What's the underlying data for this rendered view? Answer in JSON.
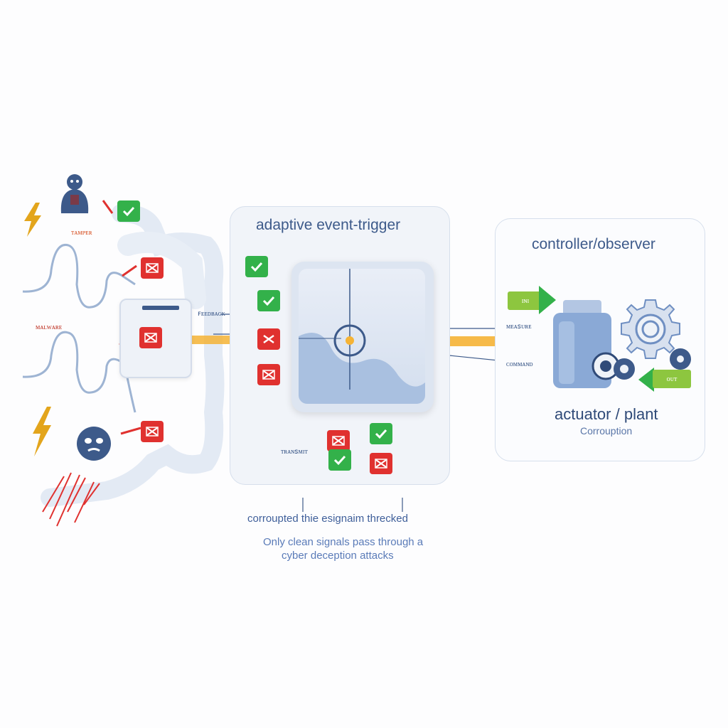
{
  "trigger": {
    "title": "adaptive event-trigger"
  },
  "controller": {
    "title": "controller/observer"
  },
  "plant": {
    "title": "actuator / plant",
    "subtitle": "Corrouption"
  },
  "captions": {
    "line1": "corroupted  thie esignaim threcked",
    "line2": "Only clean signals pass through a",
    "line3": "cyber deception attacks"
  },
  "small_labels": {
    "attack_scribble": "ᴛᴀᴍᴘᴇʀ",
    "left_signal": "ᴍᴀʟᴡᴀʀᴇ",
    "to_trigger": "ꜰᴇᴇᴅʙᴀᴄᴋ",
    "bottom_flow": "ᴛʀᴀɴꜱᴍɪᴛ",
    "ctrl_in_top": "ᴍᴇᴀꜱᴜʀᴇ",
    "ctrl_in_bottom": "ᴄᴏᴍᴍᴀɴᴅ",
    "green_tag_top": "ɪɴɪ",
    "green_tag_bottom": "ᴏᴜᴛ"
  },
  "colors": {
    "accent_arrow": "#f5b335",
    "ok": "#33b14a",
    "blocked": "#e0312f",
    "text": "#3d5a8a",
    "attack": "#e3a51c"
  },
  "icons": [
    "lightning-icon",
    "hacker-icon",
    "mask-icon",
    "gear-icon",
    "check-icon",
    "cross-icon",
    "target-icon"
  ]
}
